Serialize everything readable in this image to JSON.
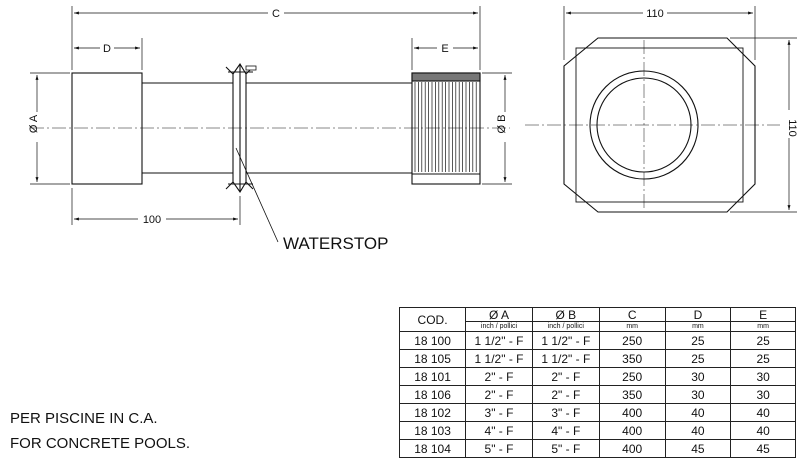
{
  "labels": {
    "dim_c": "C",
    "dim_d": "D",
    "dim_e": "E",
    "dim_a": "Ø A",
    "dim_b": "Ø B",
    "dim_100": "100",
    "dim_110_top": "110",
    "dim_110_side": "110",
    "waterstop": "WATERSTOP"
  },
  "notes": {
    "it": "PER PISCINE IN C.A.",
    "en": "FOR CONCRETE POOLS."
  },
  "table": {
    "headers": {
      "cod": "COD.",
      "a": "Ø A",
      "b": "Ø B",
      "c": "C",
      "d": "D",
      "e": "E"
    },
    "units": {
      "a": "inch / pollici",
      "b": "inch / pollici",
      "c": "mm",
      "d": "mm",
      "e": "mm"
    },
    "rows": [
      [
        "18 100",
        "1 1/2\" - F",
        "1 1/2\" - F",
        "250",
        "25",
        "25"
      ],
      [
        "18 105",
        "1 1/2\" - F",
        "1 1/2\" - F",
        "350",
        "25",
        "25"
      ],
      [
        "18 101",
        "2\" - F",
        "2\" - F",
        "250",
        "30",
        "30"
      ],
      [
        "18 106",
        "2\" - F",
        "2\" - F",
        "350",
        "30",
        "30"
      ],
      [
        "18 102",
        "3\" - F",
        "3\" - F",
        "400",
        "40",
        "40"
      ],
      [
        "18 103",
        "4\" - F",
        "4\" - F",
        "400",
        "40",
        "40"
      ],
      [
        "18 104",
        "5\" - F",
        "5\" - F",
        "400",
        "45",
        "45"
      ]
    ]
  }
}
